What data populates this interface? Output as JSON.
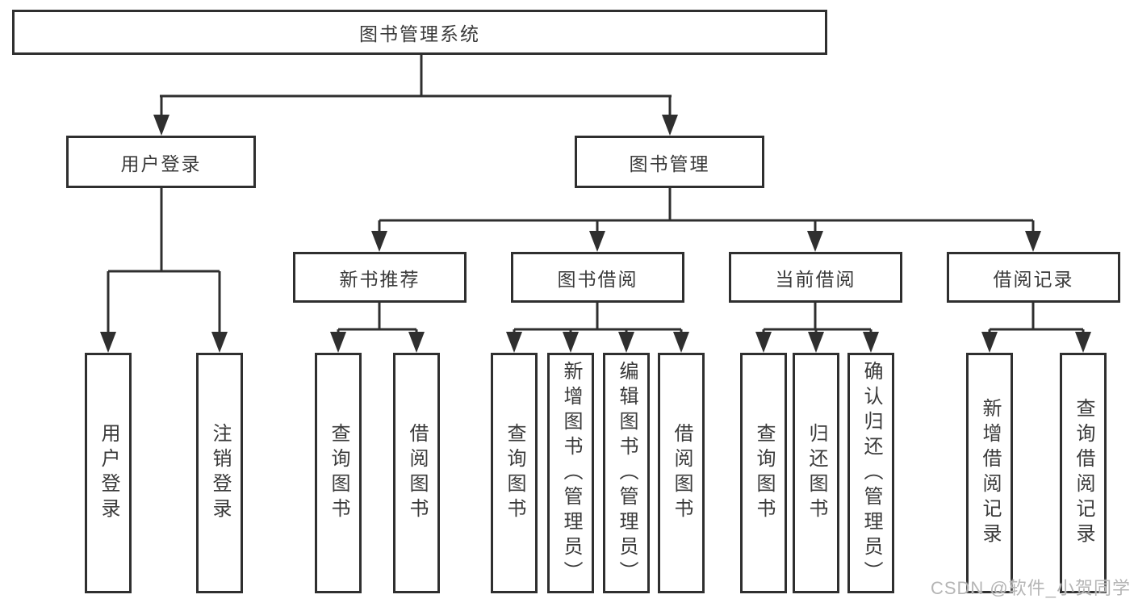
{
  "page": {
    "background": "#ffffff",
    "line_color": "#2f2f2f",
    "text_color": "#3a3a3a",
    "watermark": "CSDN @软件_小贺同学",
    "watermark_color": "#b5b5b5"
  },
  "diagram": {
    "type": "hierarchy-tree",
    "root": {
      "label": "图书管理系统"
    },
    "branches": [
      {
        "label": "用户登录",
        "children": [
          {
            "label": "用户登录"
          },
          {
            "label": "注销登录"
          }
        ]
      },
      {
        "label": "图书管理",
        "children": [
          {
            "label": "新书推荐",
            "children": [
              {
                "label": "查询图书"
              },
              {
                "label": "借阅图书"
              }
            ]
          },
          {
            "label": "图书借阅",
            "children": [
              {
                "label": "查询图书"
              },
              {
                "label": "新增图书（管理员）"
              },
              {
                "label": "编辑图书（管理员）"
              },
              {
                "label": "借阅图书"
              }
            ]
          },
          {
            "label": "当前借阅",
            "children": [
              {
                "label": "查询图书"
              },
              {
                "label": "归还图书"
              },
              {
                "label": "确认归还（管理员）"
              }
            ]
          },
          {
            "label": "借阅记录",
            "children": [
              {
                "label": "新增借阅记录"
              },
              {
                "label": "查询借阅记录"
              }
            ]
          }
        ]
      }
    ]
  }
}
